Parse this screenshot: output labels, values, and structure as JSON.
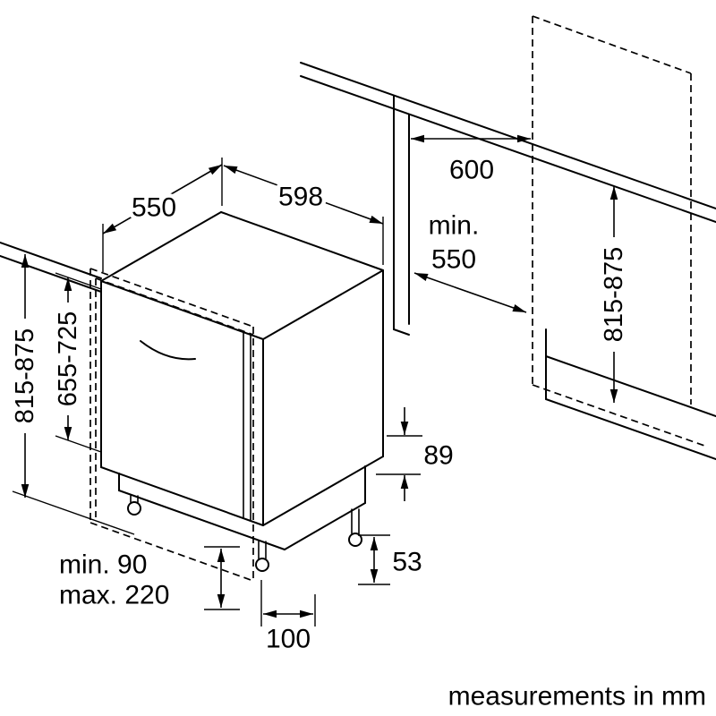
{
  "colors": {
    "line": "#000000",
    "background": "#ffffff"
  },
  "footer": {
    "note": "measurements in mm"
  },
  "dimensions": {
    "appliance_depth": "550",
    "appliance_width": "598",
    "niche_width": "600",
    "niche_depth_prefix": "min.",
    "niche_depth_value": "550",
    "appliance_height": "815-875",
    "door_panel_height": "655-725",
    "niche_height": "815-875",
    "rear_base_height": "89",
    "rear_foot_inset": "53",
    "front_foot_inset": "100",
    "plinth_min": "min. 90",
    "plinth_max": "max. 220"
  }
}
